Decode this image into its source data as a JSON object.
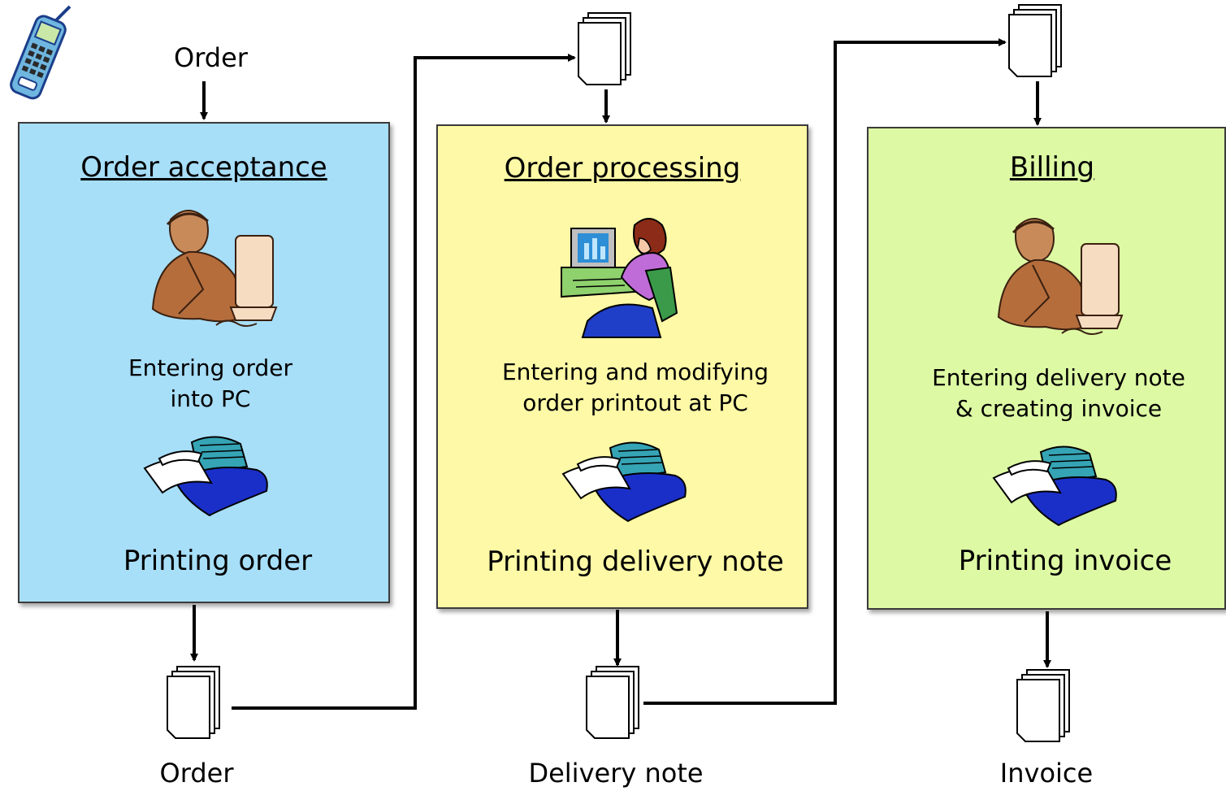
{
  "input_label": "Order",
  "stages": [
    {
      "title": "Order acceptance",
      "step_text": "Entering order\ninto PC",
      "print_text": "Printing order",
      "color": "#a7def8"
    },
    {
      "title": "Order processing",
      "step_text": "Entering and modifying\norder printout at PC",
      "print_text": "Printing delivery note",
      "color": "#fdf9a6"
    },
    {
      "title": "Billing",
      "step_text": "Entering delivery note\n& creating invoice",
      "print_text": "Printing invoice",
      "color": "#ddf9a4"
    }
  ],
  "outputs": [
    {
      "label": "Order"
    },
    {
      "label": "Delivery note"
    },
    {
      "label": "Invoice"
    }
  ],
  "icons": {
    "input": "cell-phone-icon",
    "worker_pc": "man-at-computer-icon",
    "worker_woman_pc": "woman-at-computer-icon",
    "printer": "printer-icon",
    "document": "document-stack-icon"
  }
}
